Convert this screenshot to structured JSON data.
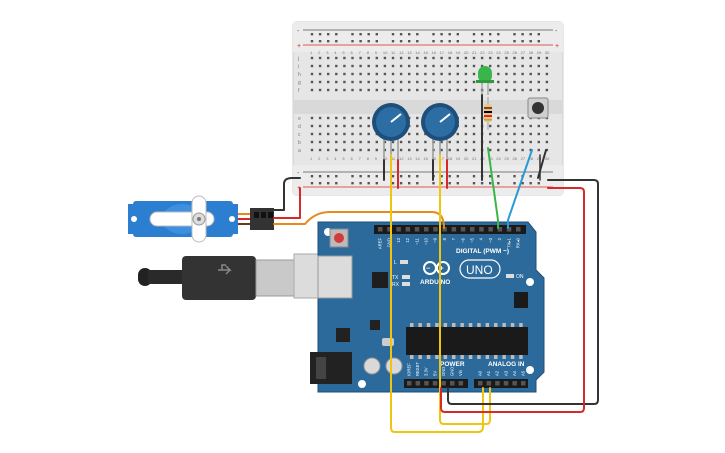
{
  "breadboard": {
    "rail_plus": "+",
    "rail_minus": "-",
    "row_letters_top": [
      "j",
      "i",
      "h",
      "g",
      "f"
    ],
    "row_letters_bottom": [
      "e",
      "d",
      "c",
      "b",
      "a"
    ],
    "column_numbers": [
      "1",
      "2",
      "3",
      "4",
      "5",
      "6",
      "7",
      "8",
      "9",
      "10",
      "11",
      "12",
      "13",
      "14",
      "15",
      "16",
      "17",
      "18",
      "19",
      "20",
      "21",
      "22",
      "23",
      "24",
      "25",
      "26",
      "27",
      "28",
      "29",
      "30"
    ]
  },
  "components": {
    "servo": "servo-motor",
    "usb": "usb-b-cable",
    "led_color": "#3ab54a",
    "potentiometer_color": "#2c6da4",
    "pushbutton": "pushbutton",
    "resistor": "resistor"
  },
  "arduino": {
    "logo_text": "UNO",
    "brand": "ARDUINO",
    "digital_label": "DIGITAL (PWM ~)",
    "power_label": "POWER",
    "analog_label": "ANALOG IN",
    "led_l": "L",
    "led_tx": "TX",
    "led_rx": "RX",
    "led_on": "ON",
    "ioref": "IOREF",
    "reset": "RESET",
    "top_pins": [
      "AREF",
      "GND",
      "13",
      "12",
      "~11",
      "~10",
      "~9",
      "8",
      "7",
      "~6",
      "~5",
      "4",
      "~3",
      "2",
      "TX▸1",
      "RX◂0"
    ],
    "power_pins": [
      "IOREF",
      "RESET",
      "3.3V",
      "5V",
      "GND",
      "GND",
      "Vin"
    ],
    "analog_pins": [
      "A0",
      "A1",
      "A2",
      "A3",
      "A4",
      "A5"
    ],
    "board_color": "#2b6a9b"
  },
  "wires": {
    "red": "#d62a2a",
    "black": "#333333",
    "yellow": "#f1c40f",
    "orange": "#e88a1a",
    "green": "#3ab54a",
    "blue": "#2a9bd6"
  }
}
